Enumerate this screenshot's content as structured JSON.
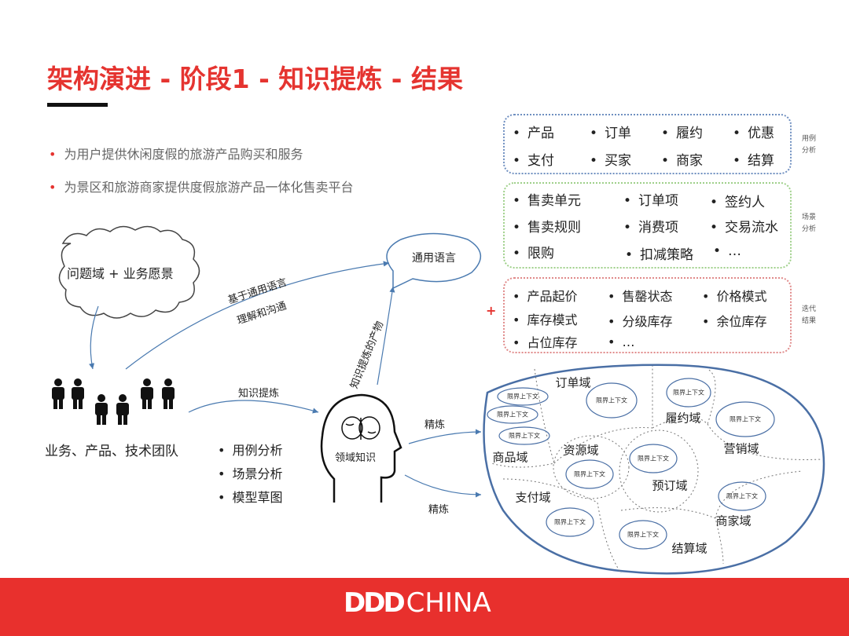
{
  "title": "架构演进 - 阶段1 - 知识提炼 - 结果",
  "intro": [
    "为用户提供休闲度假的旅游产品购买和服务",
    "为景区和旅游商家提供度假旅游产品一体化售卖平台"
  ],
  "cloud": "问题域 + 业务愿景",
  "bubble": "通用语言",
  "arrow_upper": [
    "基于通用语言",
    "理解和沟通"
  ],
  "arrow_product": "知识提炼的产物",
  "arrow_refine": "知识提炼",
  "team": "业务、产品、技术团队",
  "methods": [
    "用例分析",
    "场景分析",
    "模型草图"
  ],
  "head": "领域知识",
  "refine": [
    "精炼",
    "精炼"
  ],
  "box_usecase": {
    "items": [
      "产品",
      "订单",
      "履约",
      "优惠",
      "支付",
      "买家",
      "商家",
      "结算"
    ],
    "label": "用例分析"
  },
  "box_scenario": {
    "items": [
      "售卖单元",
      "订单项",
      "签约人",
      "售卖规则",
      "消费项",
      "交易流水",
      "限购",
      "扣减策略",
      "…"
    ],
    "label": "场景分析"
  },
  "box_iteration": {
    "items": [
      "产品起价",
      "售罄状态",
      "价格模式",
      "库存模式",
      "分级库存",
      "余位库存",
      "占位库存",
      "…"
    ],
    "label": "迭代结果"
  },
  "plus": "+",
  "domains": [
    "订单域",
    "履约域",
    "营销域",
    "商品域",
    "资源域",
    "预订域",
    "支付域",
    "商家域",
    "结算域"
  ],
  "bounded_context": "限界上下文",
  "logo": {
    "bold": "DDD",
    "text": "CHINA"
  },
  "colors": {
    "accent": "#e53430",
    "blue": "#4a6fa5",
    "green": "#8cc66b",
    "red": "#d9534f"
  }
}
